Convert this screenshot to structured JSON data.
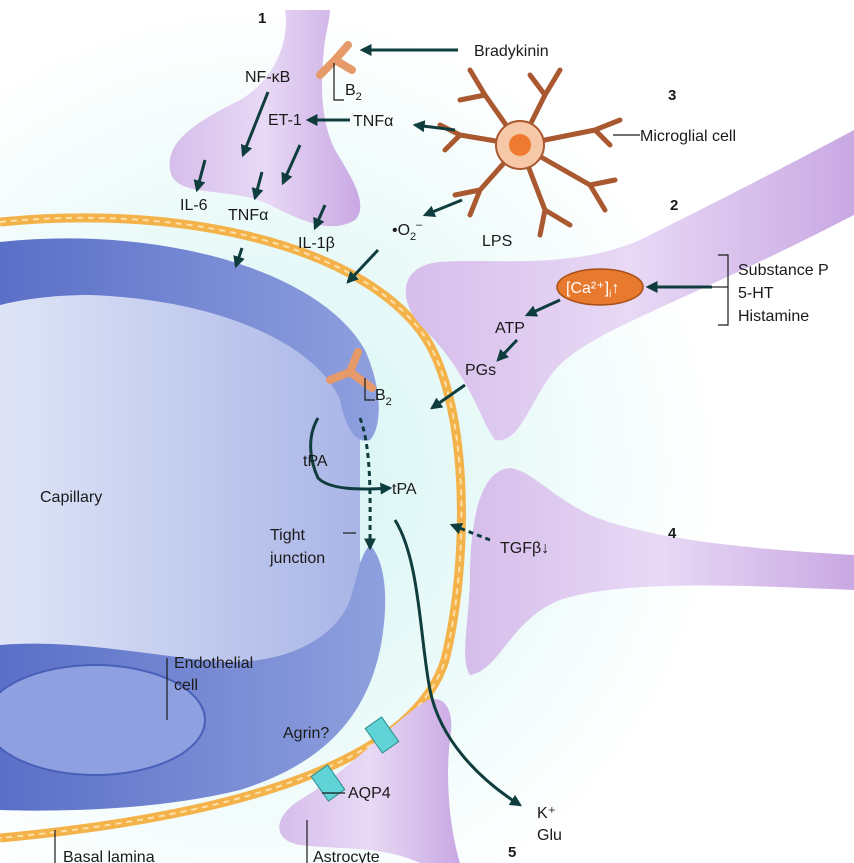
{
  "markers": {
    "n1": "1",
    "n2": "2",
    "n3": "3",
    "n4": "4",
    "n5": "5"
  },
  "labels": {
    "bradykinin": "Bradykinin",
    "b2_top": "B",
    "b2_top_sub": "2",
    "nfkb": "NF-κB",
    "et1": "ET-1",
    "tnfa_top": "TNFα",
    "microglial": "Microglial cell",
    "il6": "IL-6",
    "tnfa_mid": "TNFα",
    "il1b": "IL-1β",
    "o2": "•O",
    "o2_sub": "2",
    "o2_sup": "–",
    "lps": "LPS",
    "ca": "[Ca²⁺]",
    "ca_sub": "i",
    "ca_arrow": "↑",
    "substance_p": "Substance P",
    "ht5": "5-HT",
    "histamine": "Histamine",
    "atp": "ATP",
    "pgs": "PGs",
    "b2_mid": "B",
    "b2_mid_sub": "2",
    "tpa_left": "tPA",
    "tpa_right": "tPA",
    "capillary": "Capillary",
    "tight": "Tight",
    "junction": "junction",
    "tgfb": "TGFβ↓",
    "endo1": "Endothelial",
    "endo2": "cell",
    "agrin": "Agrin?",
    "kplus": "K⁺",
    "glu": "Glu",
    "aqp4": "AQP4",
    "basal": "Basal lamina",
    "astrocyte": "Astrocyte"
  },
  "colors": {
    "astrocyte_fill": "#dcc4ef",
    "endothelium": "#7b8fd6",
    "basal_lamina": "#f4b24a",
    "microglia": "#f0a07a",
    "calcium": "#e87a2f",
    "aqp4": "#5fd3d6",
    "arrows": "#0f3d3d"
  }
}
